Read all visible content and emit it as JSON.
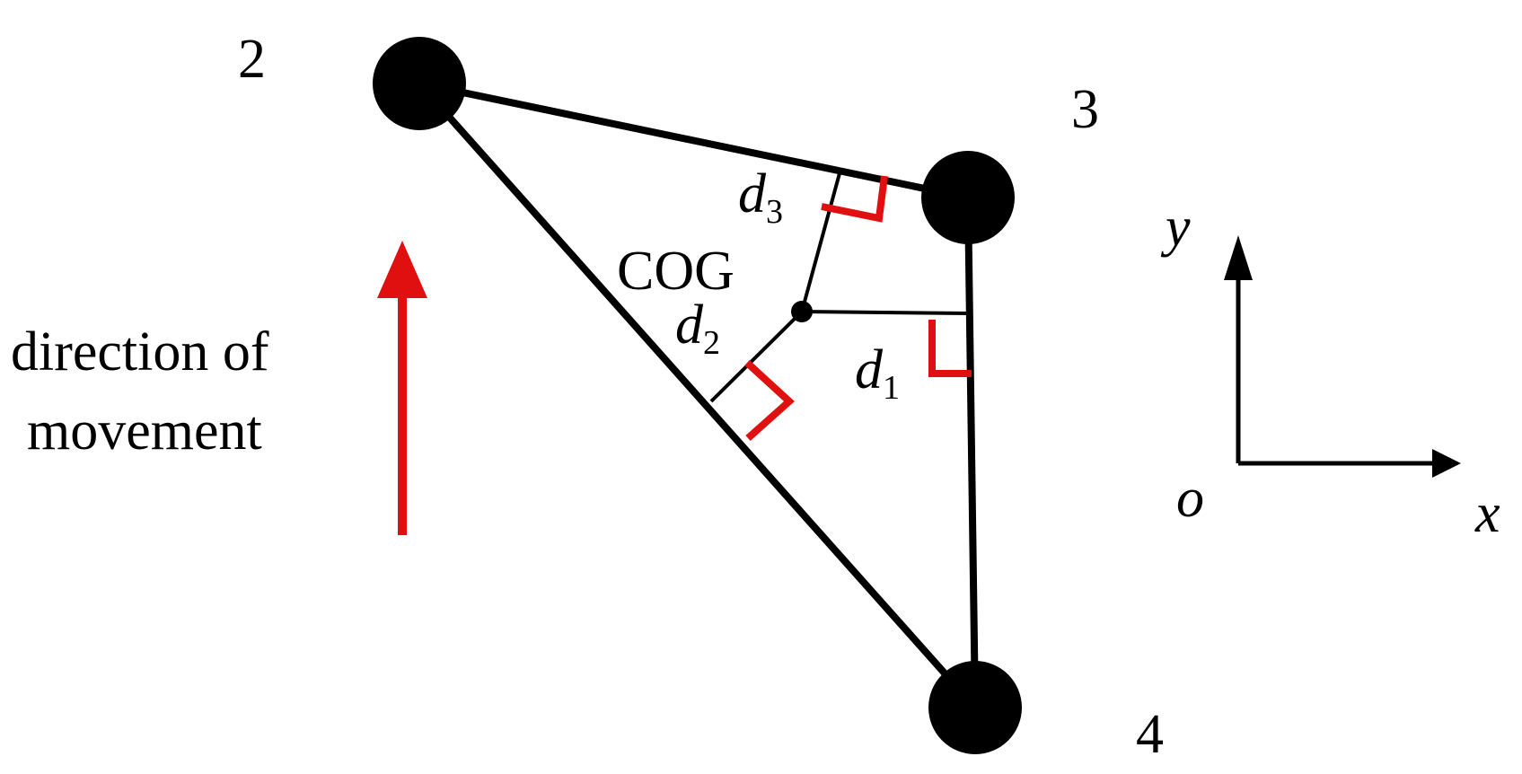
{
  "nodes": {
    "n2": "2",
    "n3": "3",
    "n4": "4"
  },
  "labels": {
    "cog": "COG",
    "direction_line1": "direction of",
    "direction_line2": "movement",
    "d1_main": "d",
    "d1_sub": "1",
    "d2_main": "d",
    "d2_sub": "2",
    "d3_main": "d",
    "d3_sub": "3"
  },
  "axes": {
    "x": "x",
    "y": "y",
    "origin": "o"
  },
  "colors": {
    "edge": "#000000",
    "accent": "#e01010",
    "node": "#000000"
  }
}
